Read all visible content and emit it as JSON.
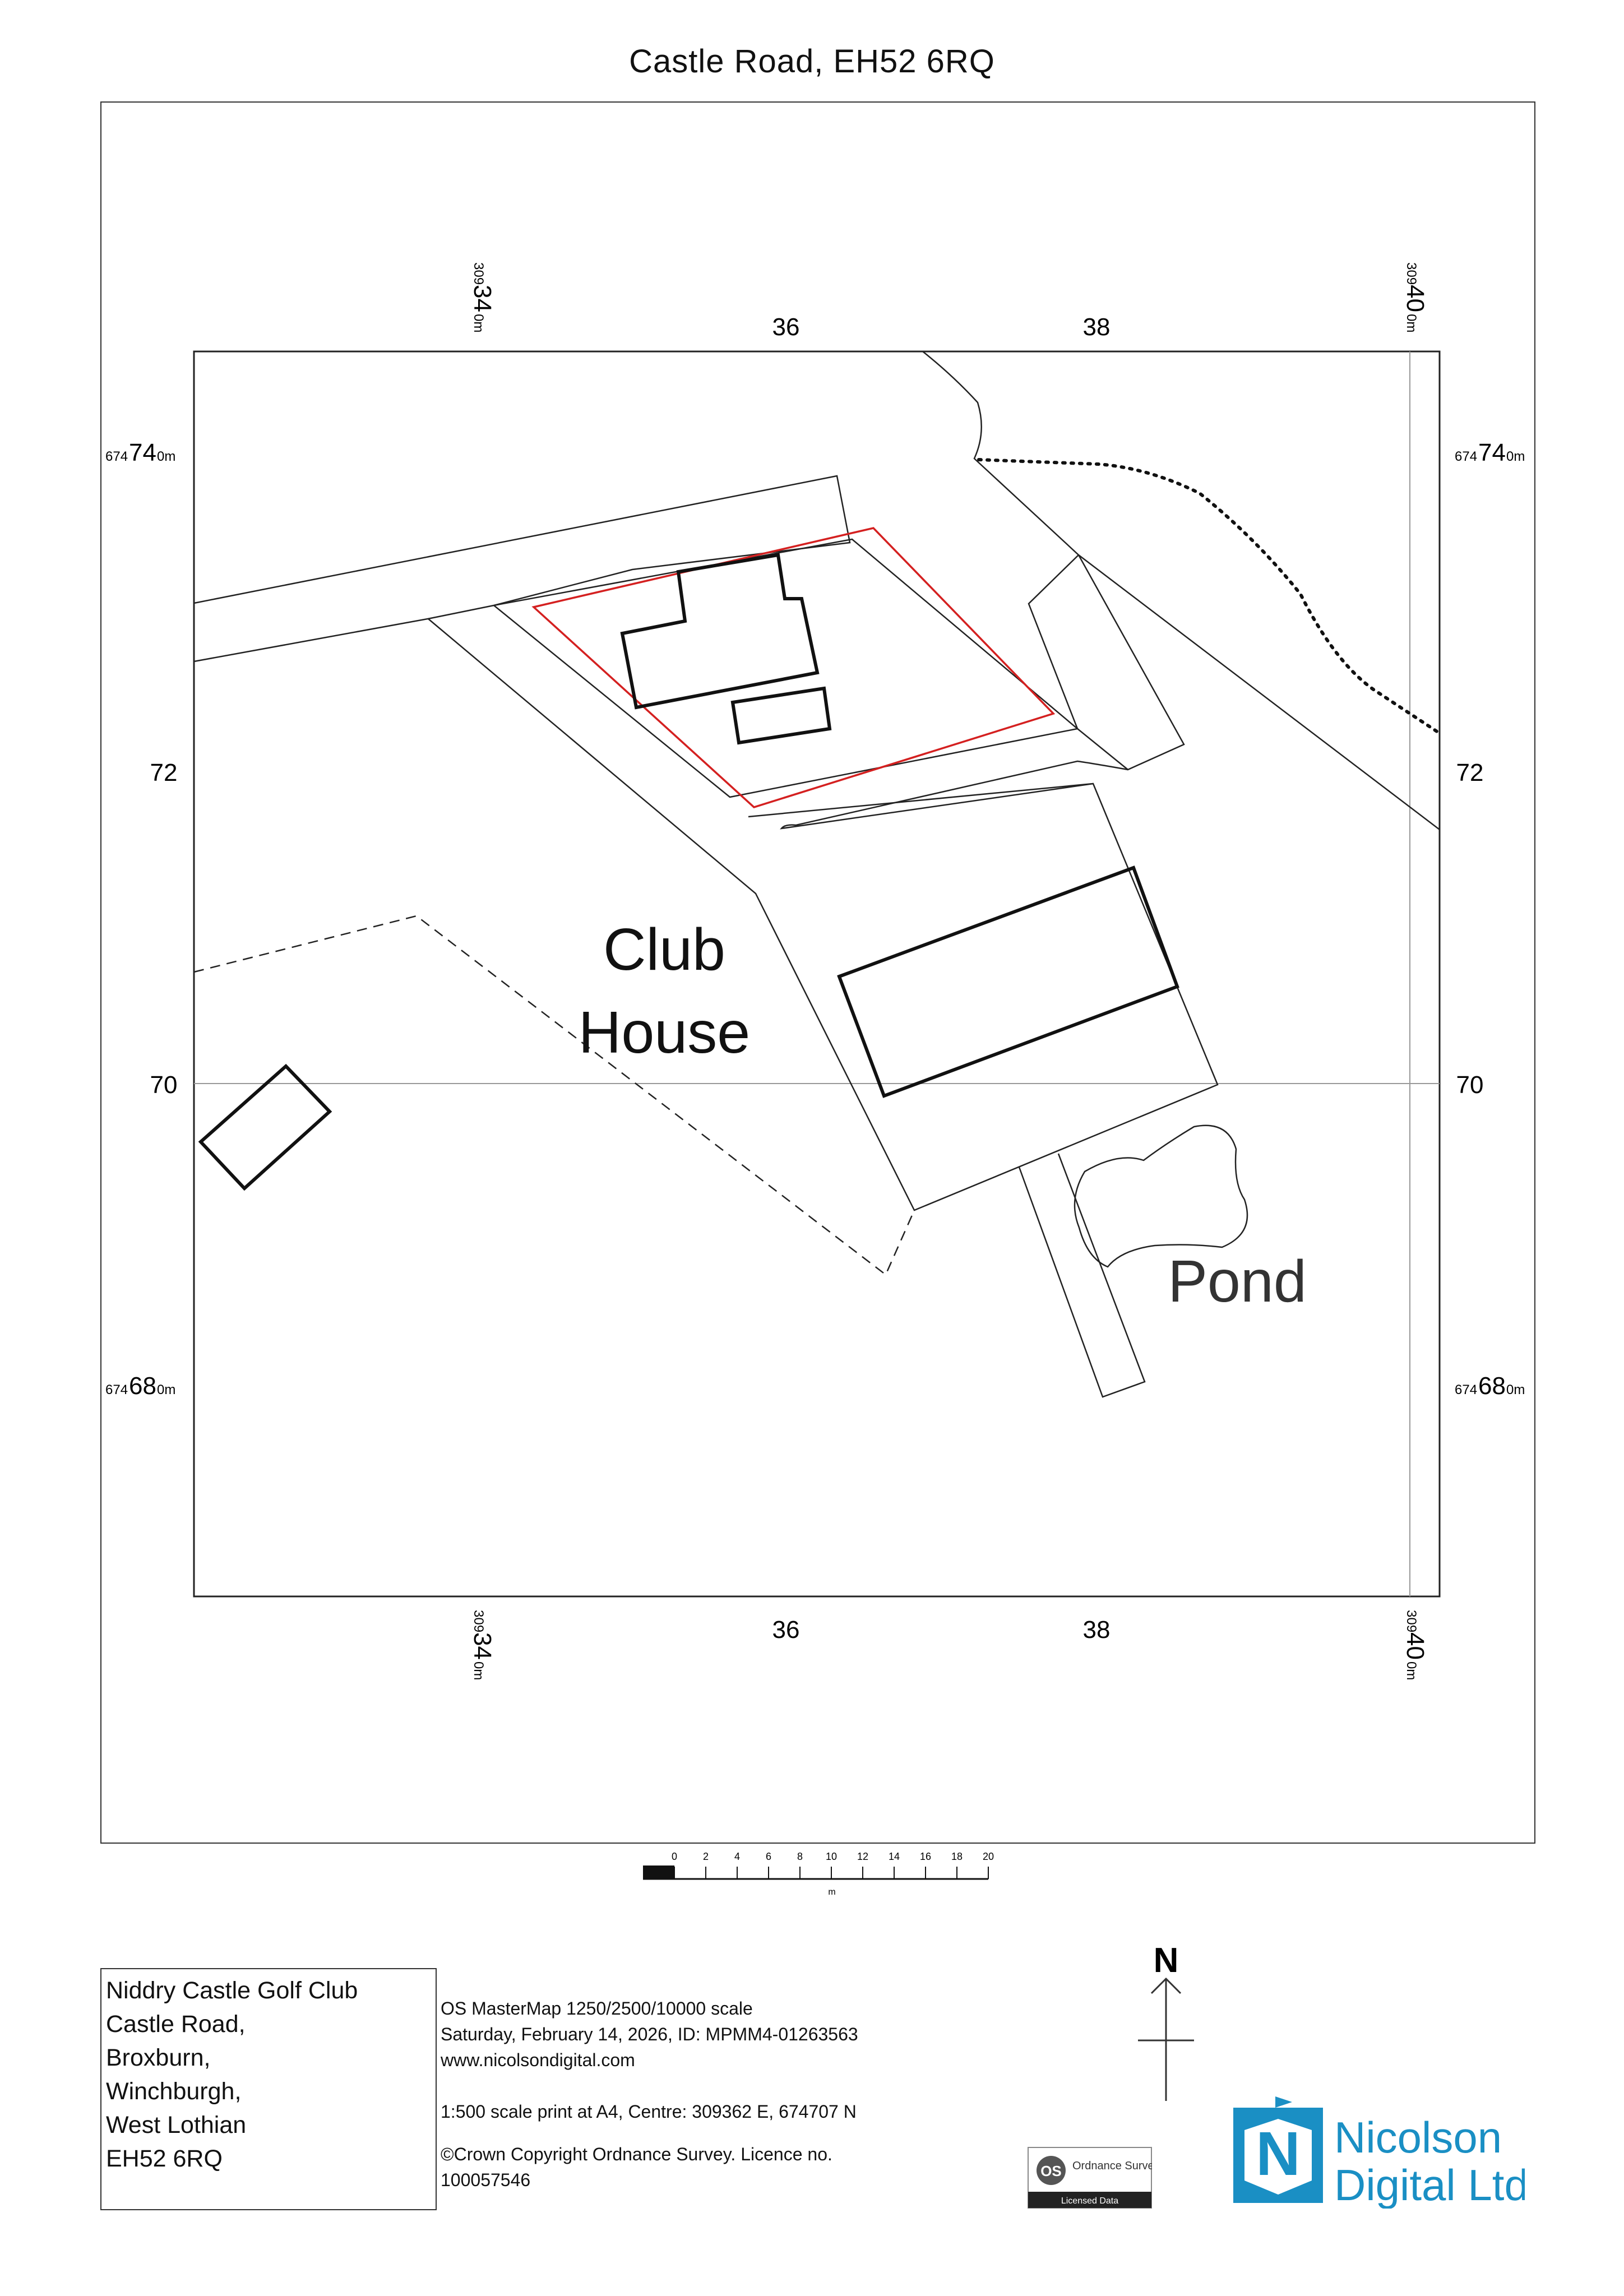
{
  "title": "Castle Road, EH52 6RQ",
  "grid": {
    "easting_prefix": "309",
    "easting_major_top": "34",
    "easting_major_right": "40",
    "easting_unit": "0m",
    "easting_minor": [
      "36",
      "38"
    ],
    "northing_prefix": "674",
    "northing_major_top": "74",
    "northing_major_bottom": "68",
    "northing_unit": "0m",
    "northing_minor": [
      "72",
      "70"
    ]
  },
  "map_labels": {
    "club_line1": "Club",
    "club_line2": "House",
    "pond": "Pond"
  },
  "scale_bar": {
    "ticks": [
      "0",
      "2",
      "4",
      "6",
      "8",
      "10",
      "12",
      "14",
      "16",
      "18",
      "20"
    ],
    "unit": "m"
  },
  "north_label": "N",
  "address": [
    "Niddry Castle Golf Club",
    "Castle Road,",
    "Broxburn,",
    "Winchburgh,",
    "West Lothian",
    "EH52 6RQ"
  ],
  "info": {
    "line1": "OS MasterMap 1250/2500/10000 scale",
    "line2": "Saturday, February 14, 2026, ID: MPMM4-01263563",
    "line3": " www.nicolsondigital.com",
    "line4": "1:500 scale print at A4, Centre: 309362 E, 674707 N",
    "line5": "©Crown Copyright Ordnance Survey. Licence no.",
    "line6": "100057546"
  },
  "os_logo": {
    "name": "Ordnance Survey",
    "line2": "Licensed Data"
  },
  "brand": {
    "line1": "Nicolson",
    "line2": "Digital Ltd",
    "color": "#1a8fc4"
  },
  "colors": {
    "boundary": "#d42020",
    "line": "#222222"
  }
}
